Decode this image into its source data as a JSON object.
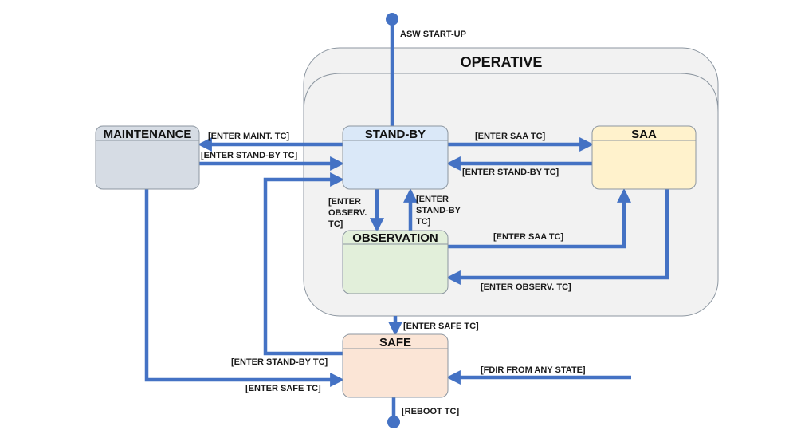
{
  "colors": {
    "arrow": "#4472c4",
    "operative_fill": "#f2f2f2",
    "maintenance_fill": "#d6dce4",
    "standby_fill": "#dae8f8",
    "saa_fill": "#fff2cc",
    "observation_fill": "#e2efda",
    "safe_fill": "#fbe5d6"
  },
  "group": {
    "title": "OPERATIVE"
  },
  "states": {
    "maintenance": "MAINTENANCE",
    "standby": "STAND-BY",
    "saa": "SAA",
    "observation": "OBSERVATION",
    "safe": "SAFE"
  },
  "transitions": {
    "asw_startup": "ASW START-UP",
    "enter_maint_tc": "[ENTER MAINT. TC]",
    "maint_to_standby": "[ENTER STAND-BY TC]",
    "standby_to_saa": "[ENTER SAA TC]",
    "saa_to_standby": "[ENTER STAND-BY TC]",
    "standby_to_obs": [
      "[ENTER",
      "OBSERV.",
      "TC]"
    ],
    "obs_to_standby": [
      "[ENTER",
      "STAND-BY",
      "TC]"
    ],
    "obs_to_saa": "[ENTER SAA TC]",
    "saa_to_obs": "[ENTER OBSERV. TC]",
    "operative_to_safe": "[ENTER SAFE TC]",
    "safe_to_standby": "[ENTER STAND-BY TC]",
    "maint_to_safe": "[ENTER SAFE TC]",
    "fdir": "[FDIR FROM ANY STATE]",
    "reboot": "[REBOOT TC]"
  }
}
